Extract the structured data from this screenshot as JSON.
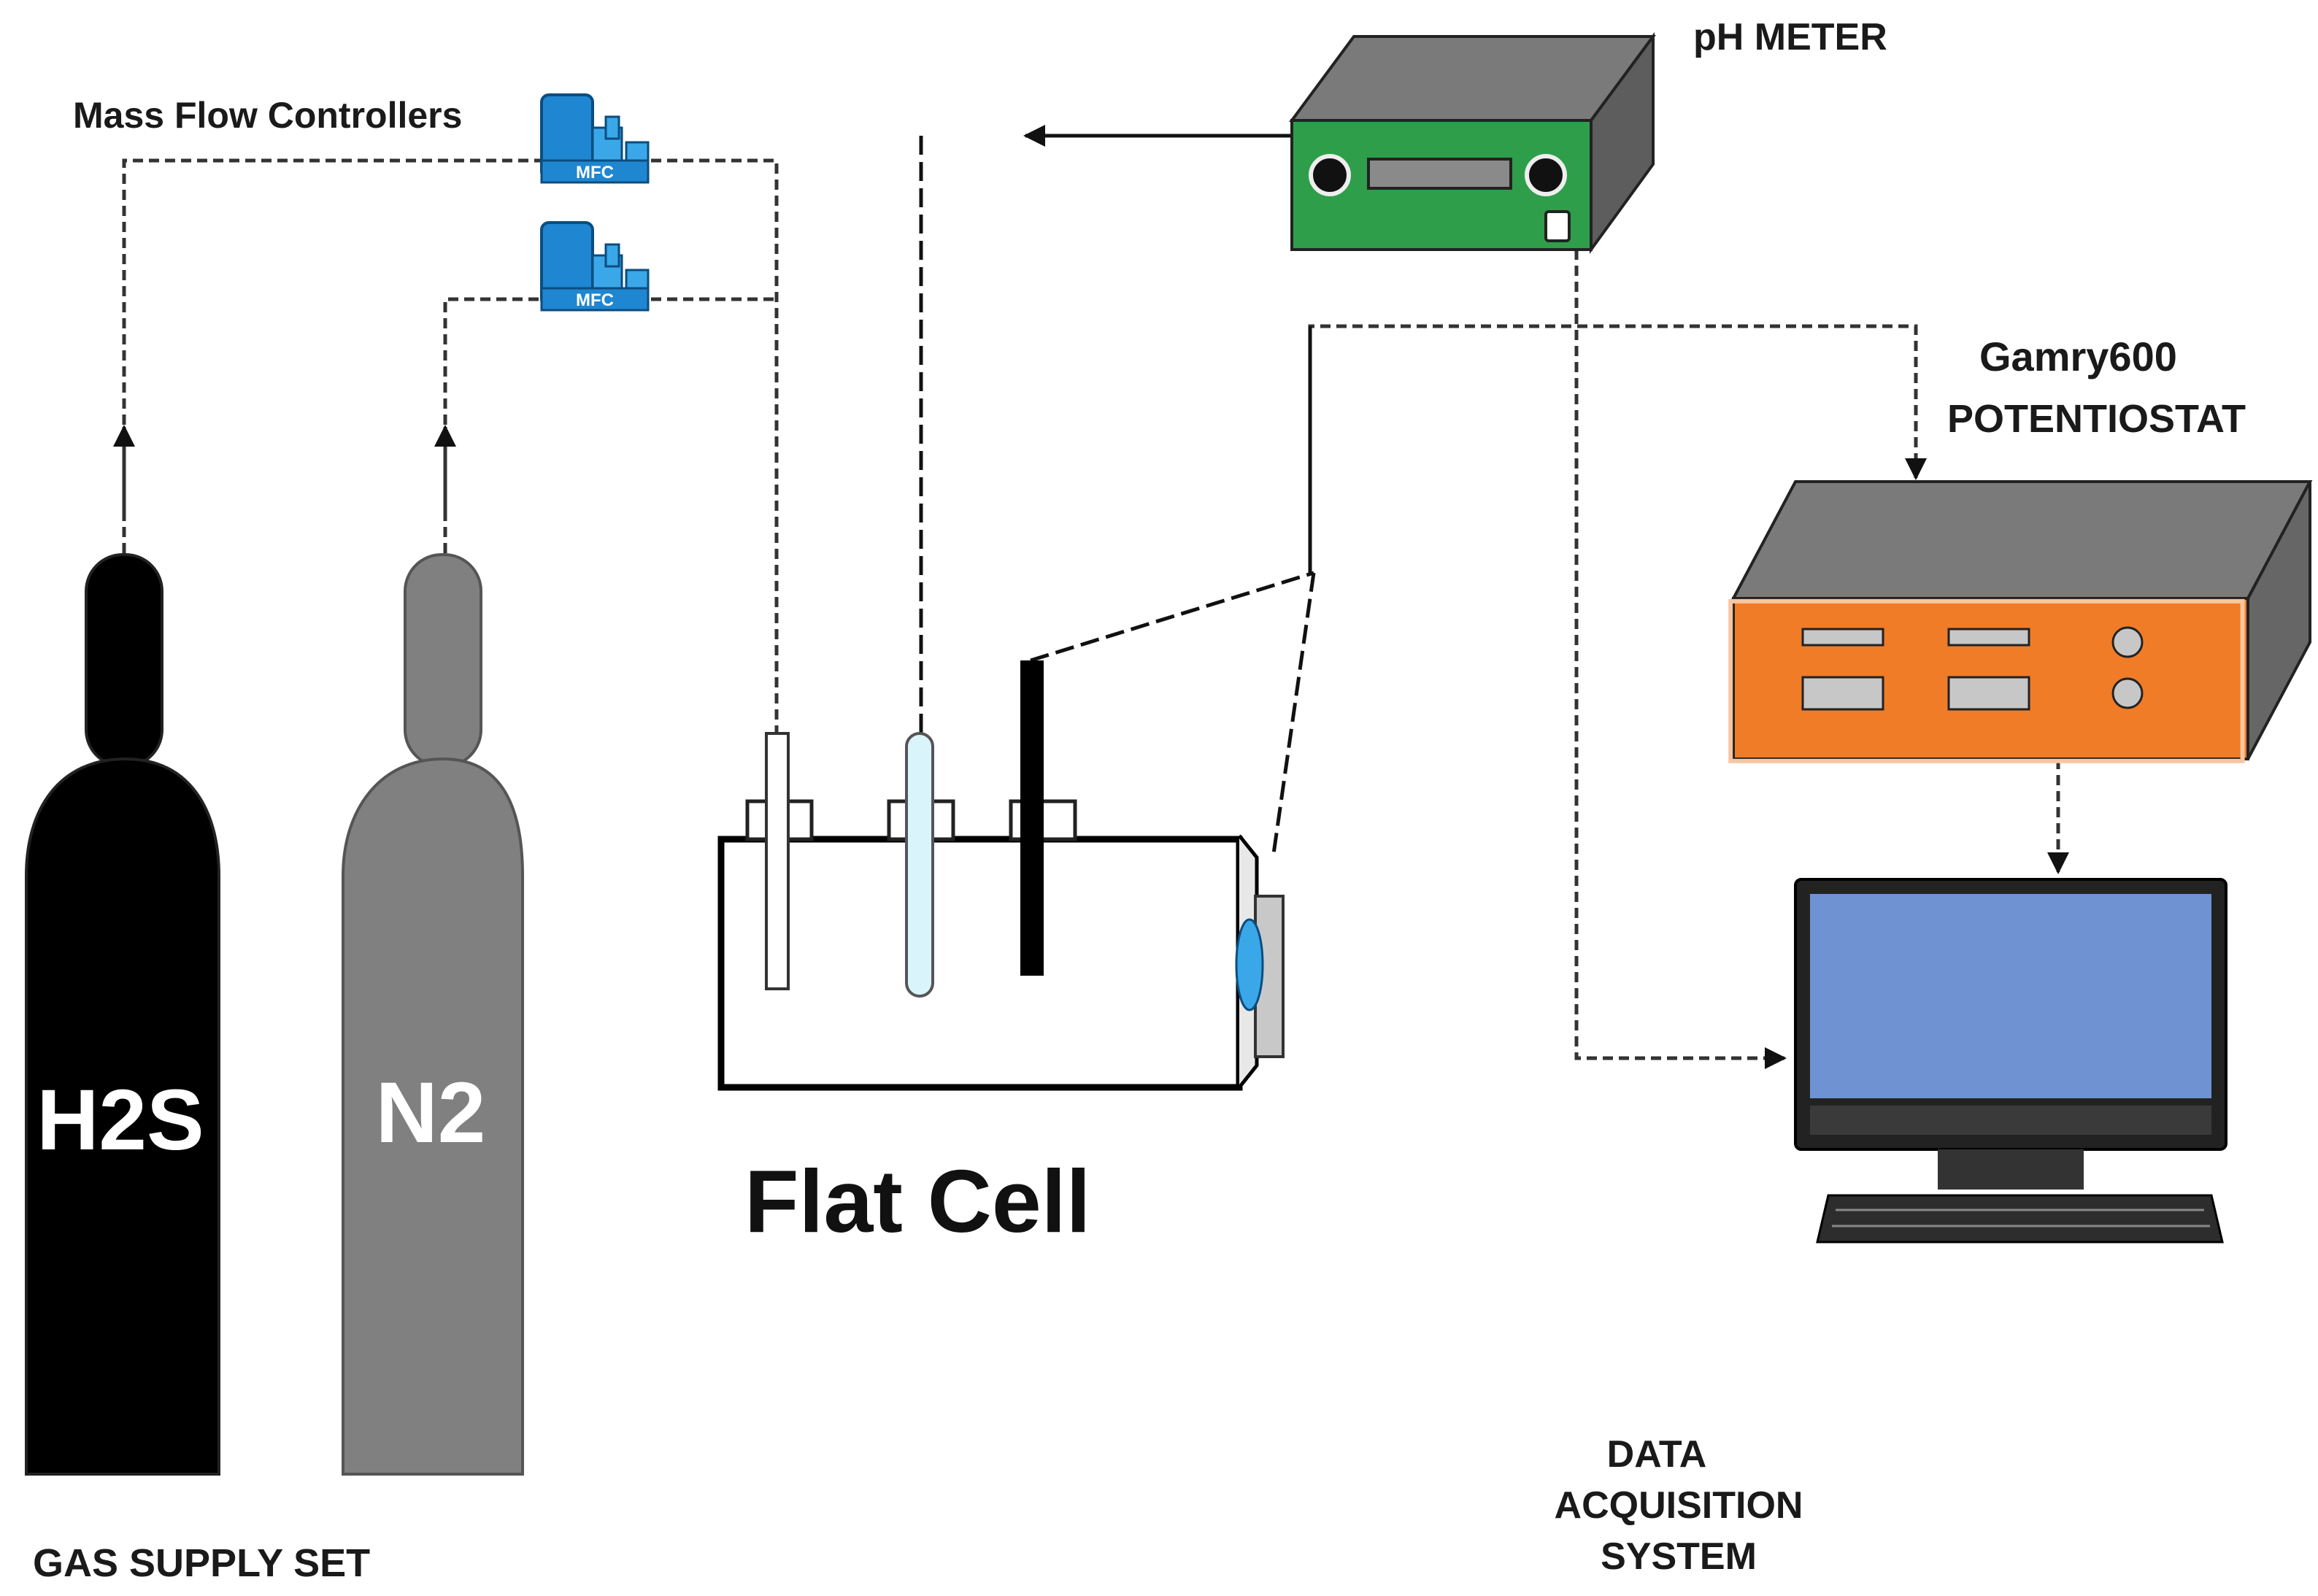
{
  "labels": {
    "mass_flow_controllers": "Mass Flow Controllers",
    "ph_meter": "pH METER",
    "gamry_model": "Gamry600",
    "potentiostat": "POTENTIOSTAT",
    "flat_cell": "Flat Cell",
    "gas_supply_set": "GAS SUPPLY SET",
    "data_acquisition_line1": "DATA",
    "data_acquisition_line2": "ACQUISITION",
    "data_acquisition_line3": "SYSTEM"
  },
  "cylinders": [
    {
      "label": "H2S",
      "color": "#000000"
    },
    {
      "label": "N2",
      "color": "#808080"
    }
  ],
  "mfc_units": [
    {
      "label": "MFC"
    },
    {
      "label": "MFC"
    }
  ],
  "colors": {
    "ph_meter_front": "#2e9e4a",
    "ph_meter_top": "#7a7a7a",
    "potentiostat_front": "#f07c28",
    "potentiostat_top": "#7a7a7a",
    "monitor_screen": "#6f93d2",
    "reference_electrode": "#d9f4fb",
    "window": "#3aa8e8"
  }
}
